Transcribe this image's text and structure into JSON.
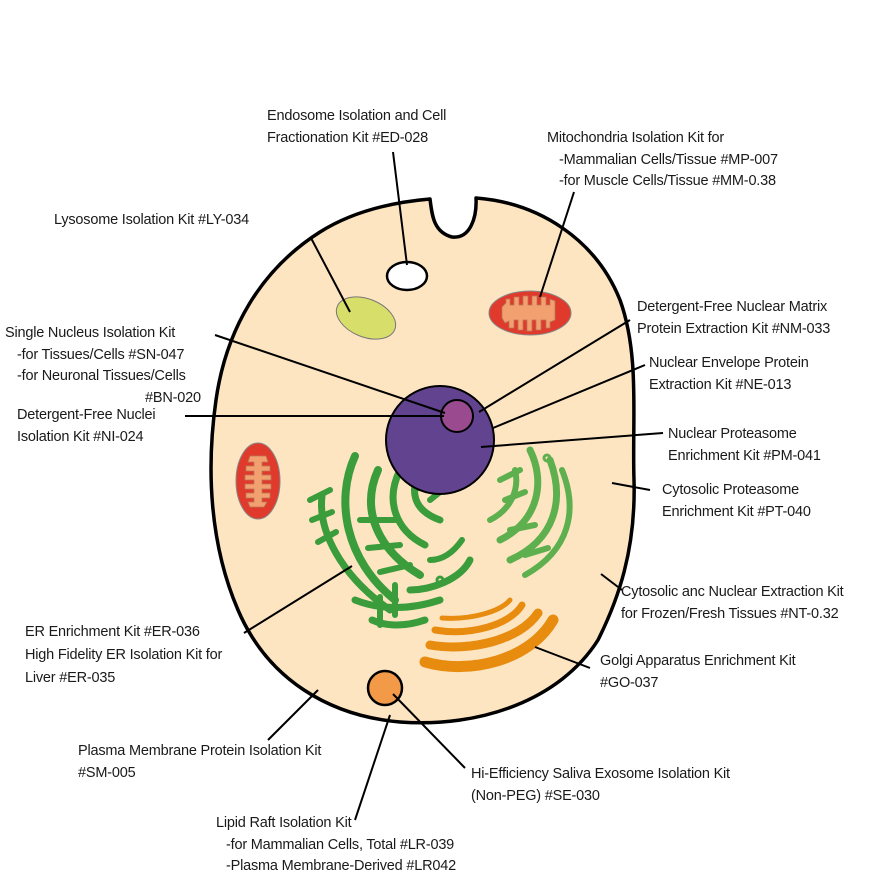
{
  "title": "Cell organelle isolation kit diagram",
  "colors": {
    "cytoplasm": "#fde5c2",
    "outline": "#000000",
    "nucleus": "#62438f",
    "nucleolus": "#9a4b8f",
    "lysosome": "#d8de6a",
    "endosome": "#ffffff",
    "mitochondria": "#e03a2c",
    "mitochondria_cristae": "#f2a070",
    "er_rough": "#3a9c3a",
    "er_smooth": "#5eb04f",
    "golgi": "#e88c10",
    "lipid_raft": "#f29a48"
  },
  "organelles": [
    {
      "id": "cell-membrane",
      "name": "Plasma Membrane"
    },
    {
      "id": "endosome",
      "name": "Endosome"
    },
    {
      "id": "lysosome",
      "name": "Lysosome"
    },
    {
      "id": "mitochondria",
      "name": "Mitochondria"
    },
    {
      "id": "nucleus",
      "name": "Nucleus"
    },
    {
      "id": "nucleolus",
      "name": "Nucleolus"
    },
    {
      "id": "endoplasmic-reticulum",
      "name": "Endoplasmic Reticulum"
    },
    {
      "id": "golgi",
      "name": "Golgi Apparatus"
    },
    {
      "id": "lipid-raft",
      "name": "Lipid Raft"
    },
    {
      "id": "exosome-pit",
      "name": "Exosome"
    }
  ],
  "labels": {
    "endosome": {
      "lines": [
        "Endosome Isolation and Cell",
        "Fractionation Kit #ED-028"
      ]
    },
    "mitochondria": {
      "lines": [
        "Mitochondria Isolation Kit for",
        "-Mammalian Cells/Tissue #MP-007",
        "-for Muscle Cells/Tissue #MM-0.38"
      ]
    },
    "lysosome": {
      "lines": [
        "Lysosome Isolation Kit #LY-034"
      ]
    },
    "single_nucleus": {
      "lines": [
        "Single Nucleus Isolation Kit",
        "-for Tissues/Cells #SN-047",
        "-for Neuronal Tissues/Cells",
        "#BN-020"
      ]
    },
    "nuclei": {
      "lines": [
        "Detergent-Free Nuclei",
        "Isolation Kit #NI-024"
      ]
    },
    "nuclear_matrix": {
      "lines": [
        "Detergent-Free Nuclear Matrix",
        "Protein Extraction Kit #NM-033"
      ]
    },
    "nuclear_envelope": {
      "lines": [
        "Nuclear Envelope Protein",
        "Extraction Kit #NE-013"
      ]
    },
    "nuclear_proteasome": {
      "lines": [
        "Nuclear Proteasome",
        "Enrichment Kit #PM-041"
      ]
    },
    "cytosolic_proteasome": {
      "lines": [
        "Cytosolic Proteasome",
        "Enrichment Kit #PT-040"
      ]
    },
    "cytosolic_nuclear": {
      "lines": [
        "Cytosolic anc Nuclear Extraction Kit",
        "for Frozen/Fresh Tissues #NT-0.32"
      ]
    },
    "golgi": {
      "lines": [
        "Golgi Apparatus Enrichment Kit",
        "#GO-037"
      ]
    },
    "er": {
      "lines": [
        "ER Enrichment Kit #ER-036",
        "High Fidelity ER Isolation Kit for",
        "Liver #ER-035"
      ]
    },
    "plasma_membrane": {
      "lines": [
        "Plasma Membrane Protein Isolation Kit",
        "#SM-005"
      ]
    },
    "exosome": {
      "lines": [
        "Hi-Efficiency Saliva Exosome Isolation Kit",
        "(Non-PEG) #SE-030"
      ]
    },
    "lipid_raft": {
      "lines": [
        "Lipid Raft Isolation Kit",
        "-for Mammalian Cells, Total #LR-039",
        "-Plasma Membrane-Derived #LR042"
      ]
    }
  }
}
